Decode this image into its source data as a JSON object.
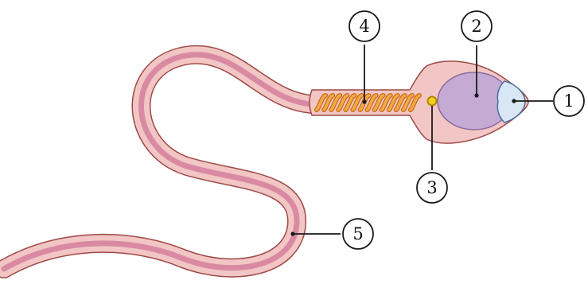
{
  "diagram": {
    "callouts": [
      {
        "id": "acrosome",
        "number": "1"
      },
      {
        "id": "nucleus",
        "number": "2"
      },
      {
        "id": "centriole",
        "number": "3"
      },
      {
        "id": "midpiece-mitochondria",
        "number": "4"
      },
      {
        "id": "tail",
        "number": "5"
      }
    ]
  },
  "colors": {
    "membrane_fill": "#f2c6c4",
    "membrane_outline": "#9e4a48",
    "tail_stripe": "#d98aa2",
    "nucleus_fill": "#c5aad4",
    "nucleus_outline": "#8a6aa0",
    "acrosome_fill": "#d8e6f5",
    "acrosome_outline": "#4a6e9e",
    "mitochondria": "#f5a84a",
    "mitochondria_outline": "#c66a10",
    "centriole": "#f2d01e",
    "leader": "#1a1a1a"
  }
}
